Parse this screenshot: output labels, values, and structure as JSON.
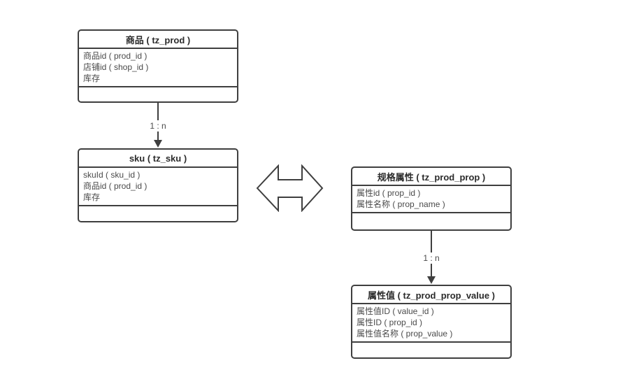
{
  "diagram": {
    "tables": [
      {
        "id": "prod",
        "title": "商品 ( tz_prod )",
        "fields": [
          "商品id ( prod_id )",
          "店铺id ( shop_id )",
          "库存"
        ]
      },
      {
        "id": "sku",
        "title": "sku ( tz_sku )",
        "fields": [
          "skuId ( sku_id )",
          "商品id ( prod_id )",
          "库存"
        ]
      },
      {
        "id": "prod_prop",
        "title": "规格属性 ( tz_prod_prop )",
        "fields": [
          "属性id ( prop_id )",
          "属性名称 ( prop_name )"
        ]
      },
      {
        "id": "prod_prop_value",
        "title": "属性值 ( tz_prod_prop_value )",
        "fields": [
          "属性值ID ( value_id )",
          "属性ID ( prop_id )",
          "属性值名称 ( prop_value )"
        ]
      }
    ],
    "connectors": [
      {
        "from": "prod",
        "to": "sku",
        "label": "1 : n"
      },
      {
        "from": "prod_prop",
        "to": "prod_prop_value",
        "label": "1 : n"
      }
    ],
    "colors": {
      "border": "#3f3f3f",
      "title_text": "#2b2b2b",
      "field_text": "#4a4a4a",
      "background": "#ffffff"
    }
  }
}
